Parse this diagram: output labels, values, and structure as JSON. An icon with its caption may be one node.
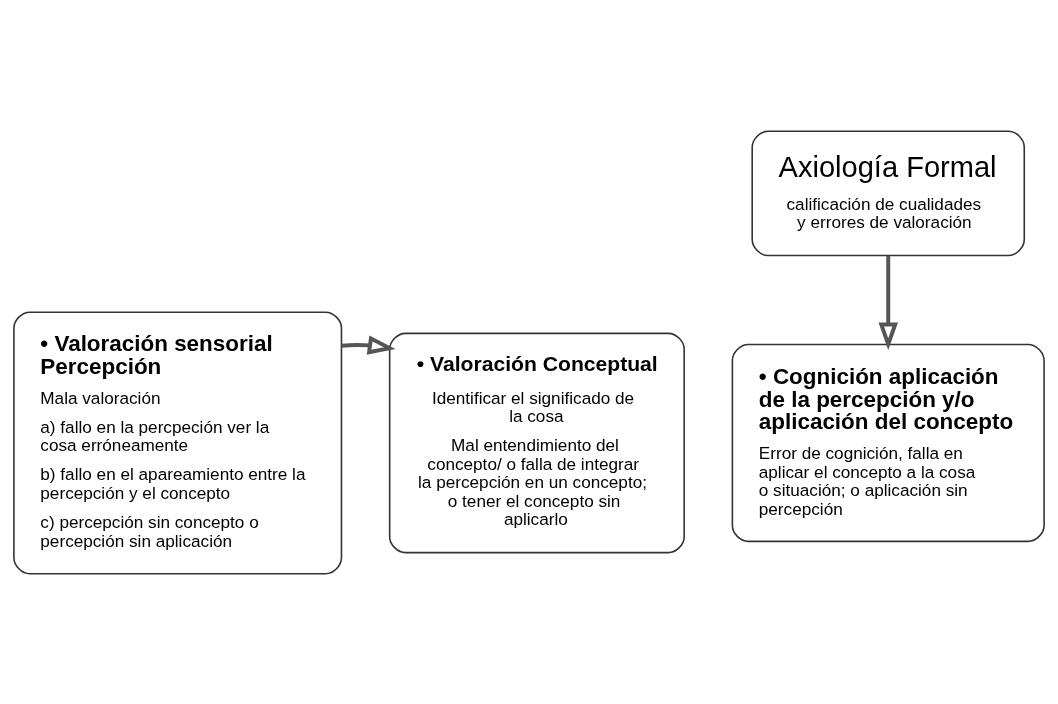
{
  "diagram": {
    "nodes": [
      {
        "text": [
          "Axiología Formal",
          "calificación de cualidades y errores de valoración"
        ]
      },
      {
        "text": [
          "• Valoración sensorial Percepción",
          "Mala valoración",
          "a) fallo en la percpeción ver la cosa erróneamente",
          "b) fallo en el apareamiento entre la percepción y el concepto",
          "c) percepción sin concepto o percepción sin aplicación"
        ]
      },
      {
        "text": [
          "• Valoración Conceptual",
          "Identificar el significado de la cosa",
          "Mal entendimiento del concepto/ o falla de integrar la percepción en un concepto; o tener el concepto sin aplicarlo"
        ]
      },
      {
        "text": [
          "• Cognición aplicación de la percepción y/o aplicación del concepto",
          "Error de cognición, falla en aplicar el concepto a la cosa o situación; o aplicación sin percepción"
        ]
      }
    ],
    "edges": [
      {
        "from": 0,
        "to": 3,
        "arrow": "to"
      },
      {
        "from": 1,
        "to": 2,
        "arrow": "to"
      }
    ]
  }
}
